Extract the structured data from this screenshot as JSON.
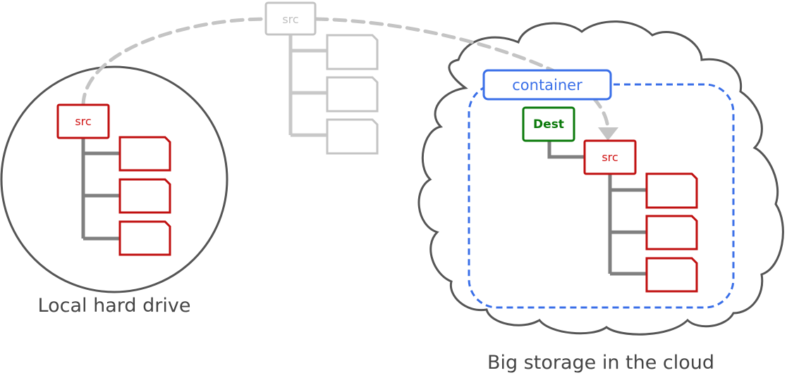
{
  "labels": {
    "ghost_src": "src",
    "local_src": "src",
    "container": "container",
    "dest": "Dest",
    "cloud_src": "src",
    "local_caption": "Local hard drive",
    "cloud_caption": "Big storage in the cloud"
  },
  "colors": {
    "ghost": "#bfbfbf",
    "red": "#c01010",
    "blue": "#3a6fe8",
    "green": "#0b7a0b",
    "outline": "#555555",
    "trunk": "#808080"
  }
}
